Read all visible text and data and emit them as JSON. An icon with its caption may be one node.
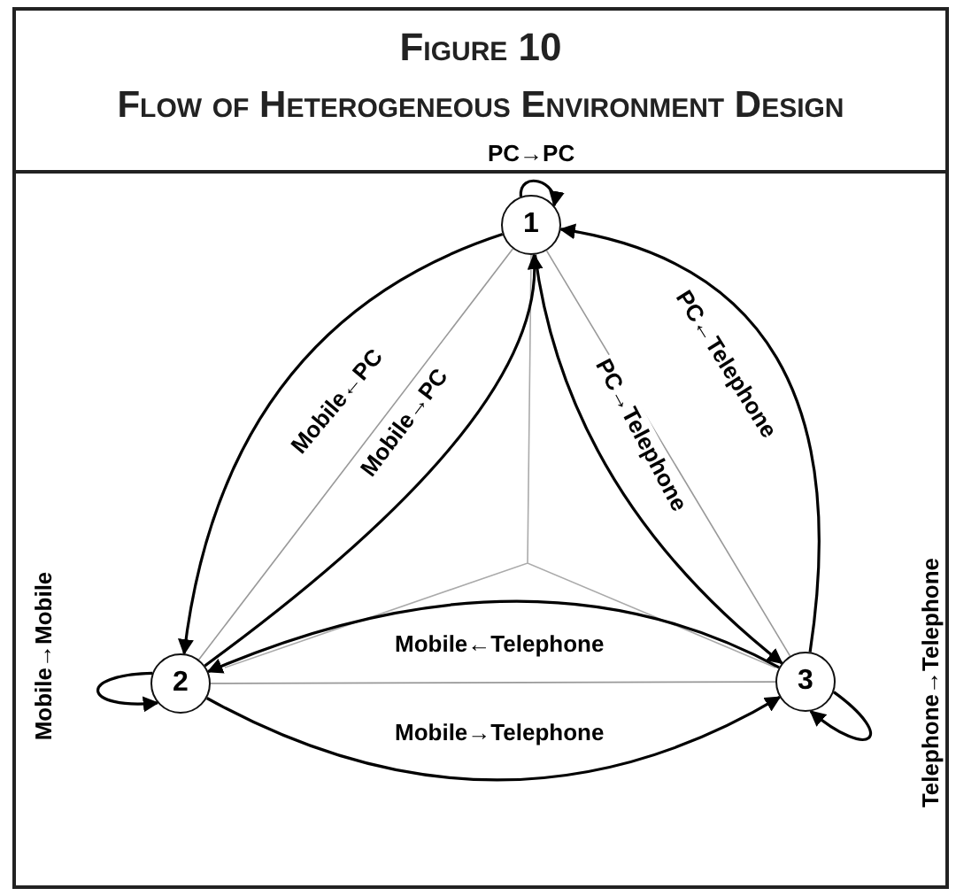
{
  "diagram": {
    "title": "Flow of Heterogeneous Environment Design",
    "nodes": [
      {
        "text": [
          "1"
        ]
      },
      {
        "text": [
          "2"
        ]
      },
      {
        "text": [
          "3"
        ]
      }
    ],
    "edges": [
      {
        "from": 0,
        "to": 0,
        "arrow": "to",
        "label": "PC→PC"
      },
      {
        "from": 0,
        "to": 1,
        "arrow": "to",
        "label": "Mobile←PC"
      },
      {
        "from": 1,
        "to": 0,
        "arrow": "to",
        "label": "Mobile→PC"
      },
      {
        "from": 0,
        "to": 2,
        "arrow": "to",
        "label": "PC→Telephone"
      },
      {
        "from": 2,
        "to": 0,
        "arrow": "to",
        "label": "PC←Telephone"
      },
      {
        "from": 1,
        "to": 1,
        "arrow": "to",
        "label": "Mobile→Mobile"
      },
      {
        "from": 2,
        "to": 1,
        "arrow": "to",
        "label": "Mobile←Telephone"
      },
      {
        "from": 1,
        "to": 2,
        "arrow": "to",
        "label": "Mobile→Telephone"
      },
      {
        "from": 2,
        "to": 2,
        "arrow": "to",
        "label": "Telephone→Telephone"
      },
      {
        "from": 0,
        "to": 1,
        "arrow": "none",
        "color": "#999999"
      },
      {
        "from": 0,
        "to": 2,
        "arrow": "none",
        "color": "#999999"
      },
      {
        "from": 1,
        "to": 2,
        "arrow": "none",
        "color": "#999999"
      }
    ],
    "labels": [
      "Figure 10"
    ]
  }
}
